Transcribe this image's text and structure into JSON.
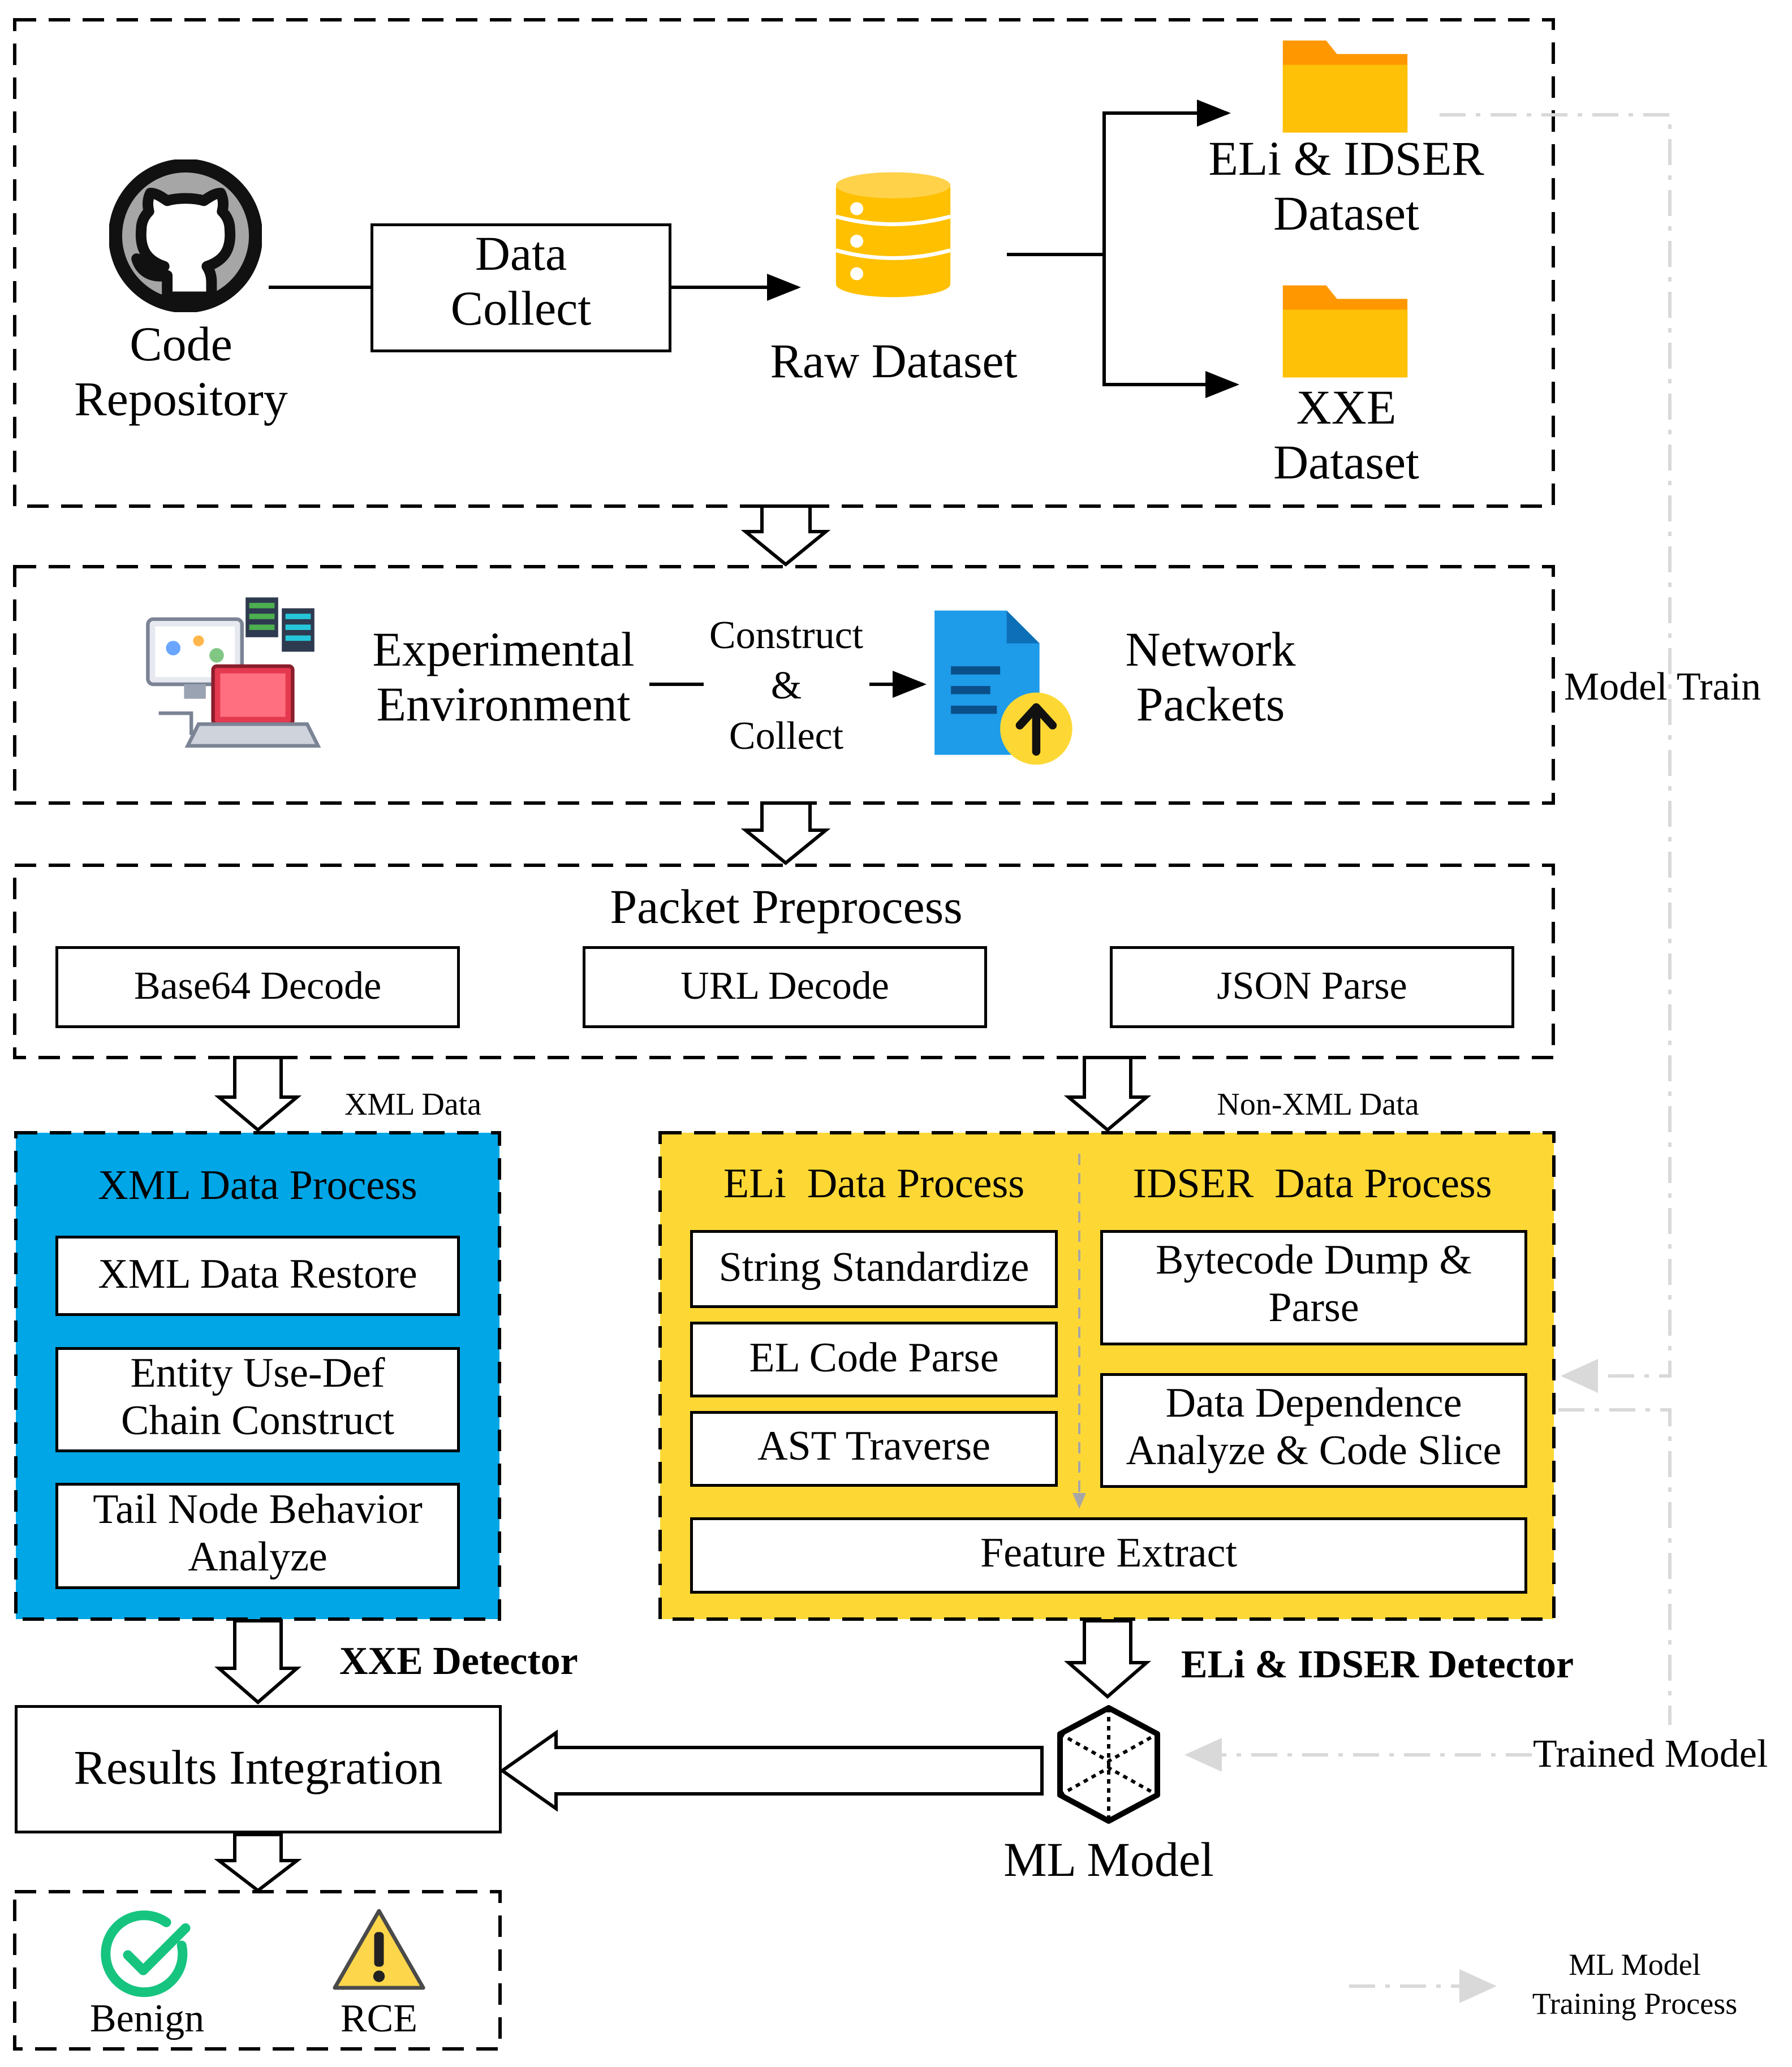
{
  "stage1": {
    "code_repo": [
      "Code",
      "Repository"
    ],
    "data_collect": [
      "Data",
      "Collect"
    ],
    "raw_dataset": "Raw Dataset",
    "eli_idser_dataset": [
      "ELi & IDSER",
      "Dataset"
    ],
    "xxe_dataset": [
      "XXE",
      "Dataset"
    ]
  },
  "stage2": {
    "environment": [
      "Experimental",
      "Environment"
    ],
    "construct_collect": [
      "Construct",
      "&",
      "Collect"
    ],
    "network_packets": [
      "Network",
      "Packets"
    ]
  },
  "stage3": {
    "title": "Packet Preprocess",
    "steps": [
      "Base64 Decode",
      "URL Decode",
      "JSON Parse"
    ]
  },
  "branch_labels": {
    "xml": "XML Data",
    "non_xml": "Non-XML Data"
  },
  "xml_process": {
    "title": "XML Data Process",
    "steps": [
      "XML Data Restore",
      "Entity Use-Def\nChain Construct",
      "Tail Node Behavior\nAnalyze"
    ],
    "detector": "XXE Detector",
    "color": "#00a6e6"
  },
  "eli_process": {
    "title": "ELi  Data Process",
    "steps": [
      "String Standardize",
      "EL Code Parse",
      "AST Traverse"
    ]
  },
  "idser_process": {
    "title": "IDSER  Data Process",
    "steps": [
      "Bytecode Dump &\nParse",
      "Data Dependence\nAnalyze & Code Slice"
    ],
    "feature_extract": "Feature Extract",
    "detector": "ELi & IDSER Detector",
    "color": "#fdd835"
  },
  "results_integration": "Results Integration",
  "ml_model": "ML Model",
  "outcomes": {
    "benign": "Benign",
    "rce": "RCE"
  },
  "side_labels": {
    "model_train": "Model Train",
    "trained_model": "Trained Model",
    "legend": [
      "ML Model",
      "Training Process"
    ]
  },
  "icons": [
    "github-icon",
    "database-icon",
    "folder-icon",
    "server-computer-icon",
    "file-upload-icon",
    "cube-icon",
    "check-circle-icon",
    "warning-icon"
  ]
}
